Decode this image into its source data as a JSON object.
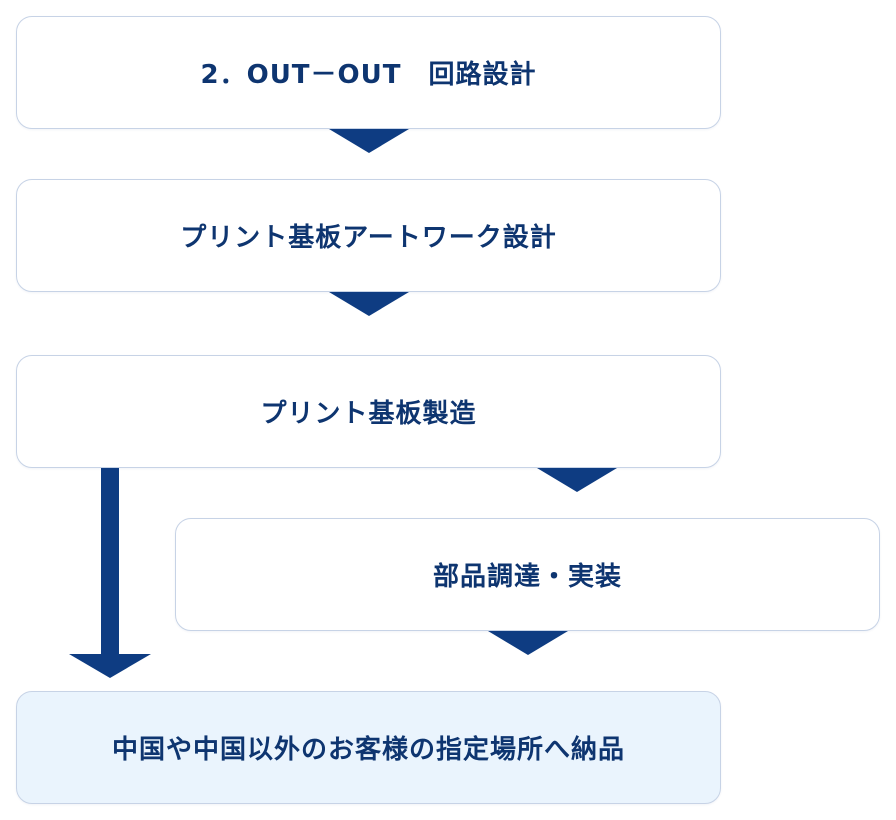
{
  "flow": {
    "steps": [
      {
        "label": "2．OUT－OUT　回路設計"
      },
      {
        "label": "プリント基板アートワーク設計"
      },
      {
        "label": "プリント基板製造"
      },
      {
        "label": "部品調達・実装"
      },
      {
        "label": "中国や中国以外のお客様の指定場所へ納品"
      }
    ]
  },
  "colors": {
    "primary": "#0e3c82",
    "text": "#0e3570",
    "border": "#c7d3e6",
    "final_bg": "#eaf4fd"
  }
}
